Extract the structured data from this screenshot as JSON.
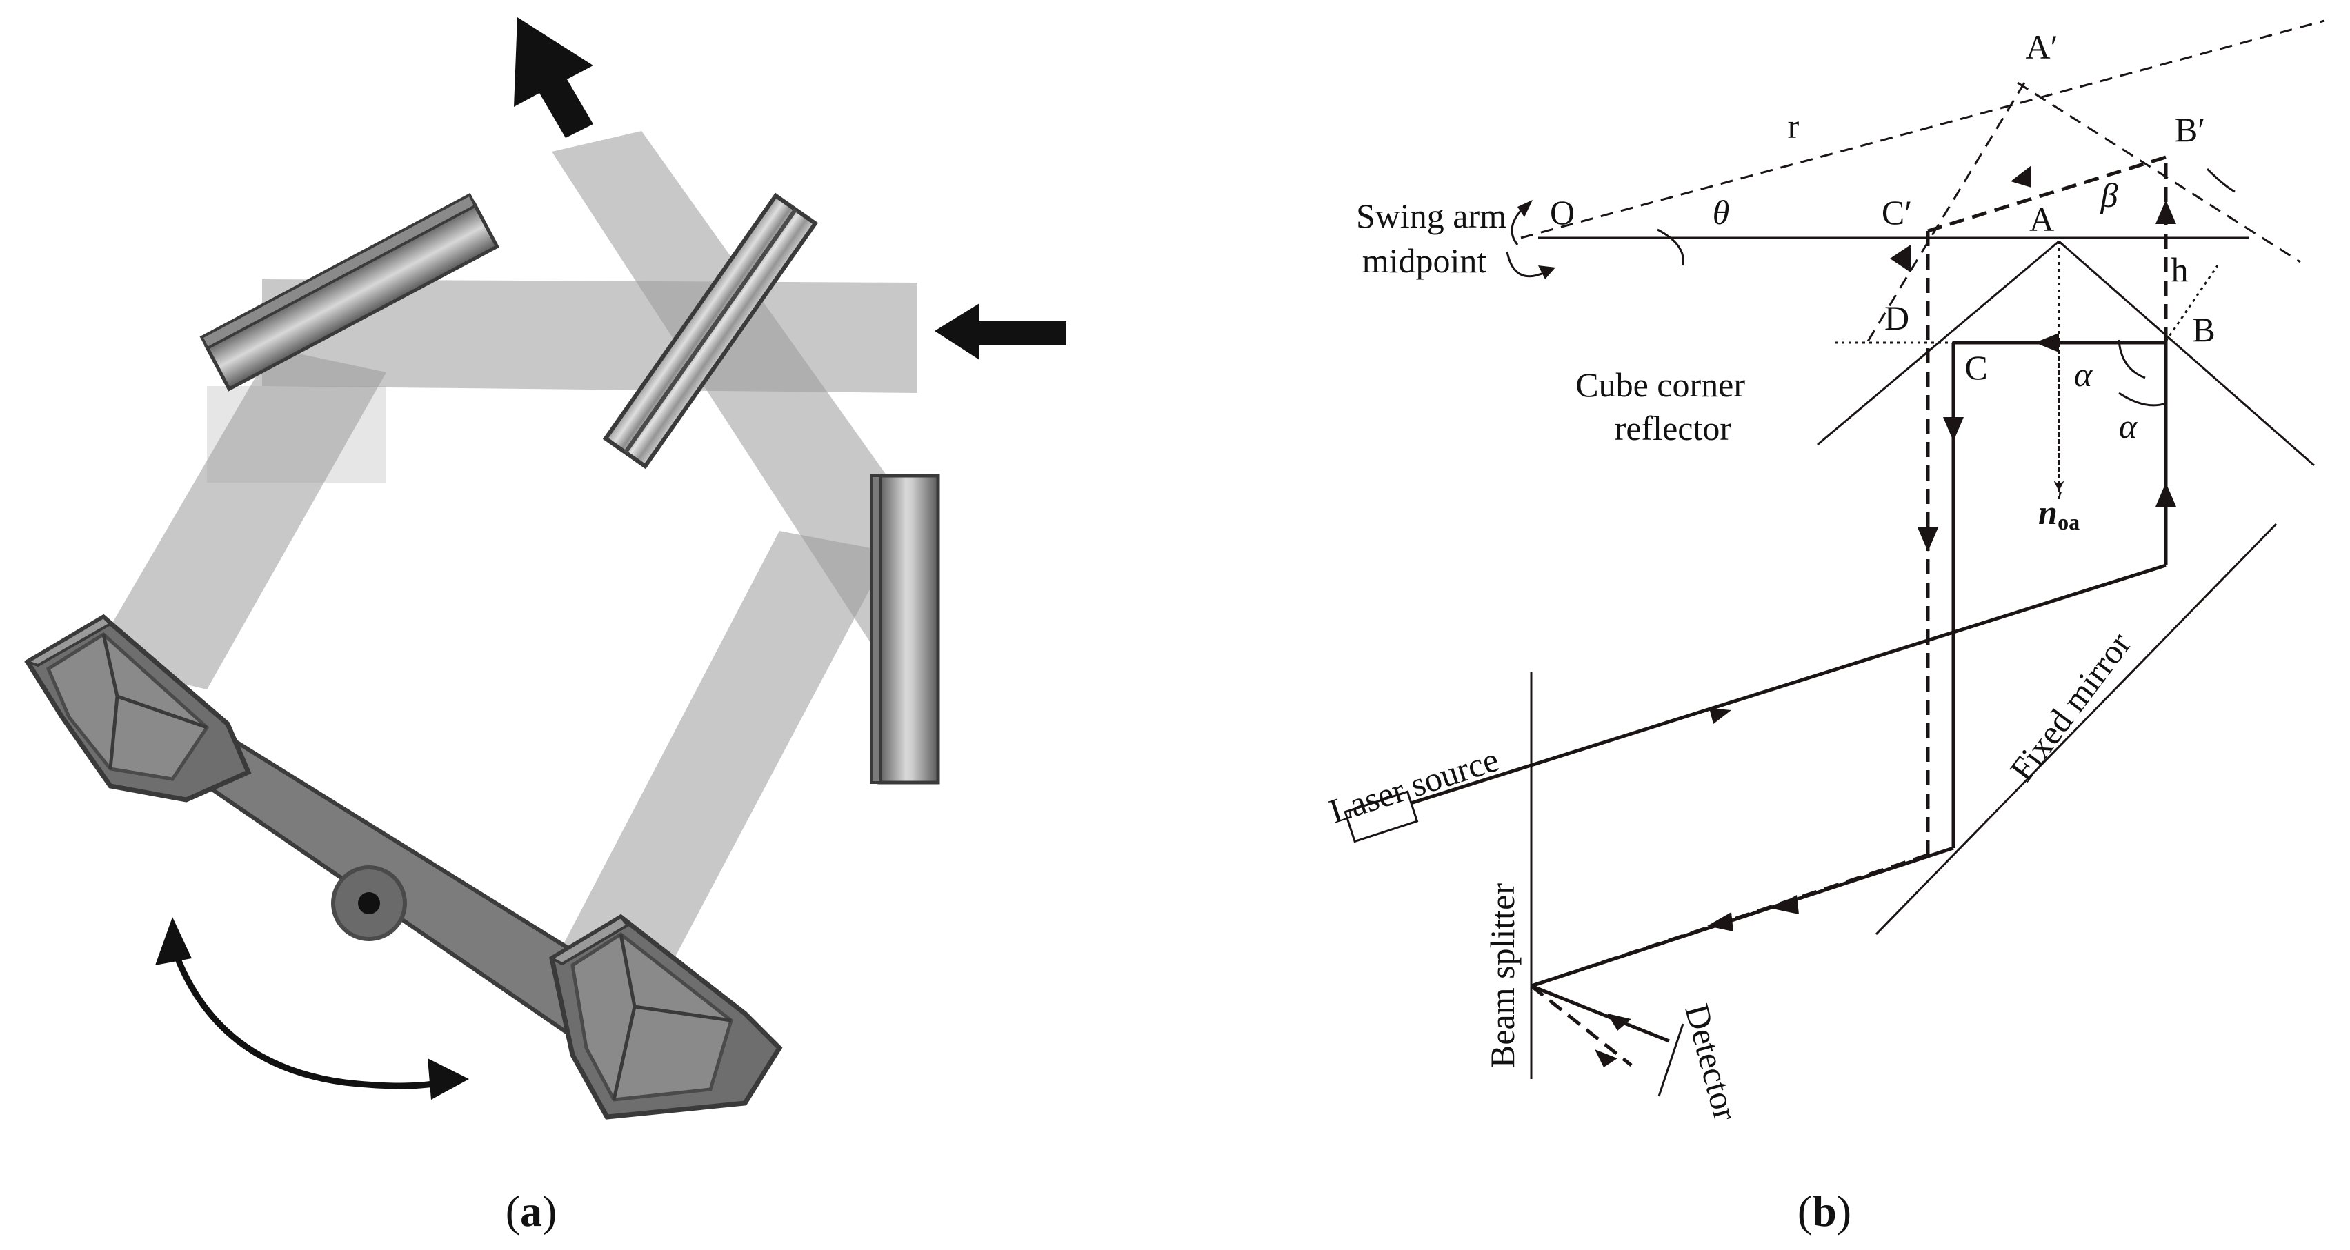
{
  "colors": {
    "line": "#1a1414",
    "beam": "#8f8f8f",
    "optic": "#6b6b6b",
    "background": "#ffffff"
  },
  "panel_a": {
    "caption_open": "(",
    "caption_letter": "a",
    "caption_close": ")"
  },
  "panel_b": {
    "caption_open": "(",
    "caption_letter": "b",
    "caption_close": ")",
    "points": {
      "A_prime": "A′",
      "B_prime": "B′",
      "r": "r",
      "O": "O",
      "theta": "θ",
      "C_prime": "C′",
      "A": "A",
      "beta": "β",
      "h": "h",
      "D": "D",
      "B": "B",
      "C": "C",
      "alpha_1": "α",
      "alpha_2": "α",
      "n_main": "n",
      "n_prime": "′",
      "n_sub": "oa"
    },
    "labels": {
      "swing_arm_line1": "Swing arm",
      "swing_arm_line2": "midpoint",
      "cube_corner_line1": "Cube corner",
      "cube_corner_line2": "reflector",
      "laser_source": "Laser source",
      "fixed_mirror": "Fixed mirror",
      "beam_splitter": "Beam splitter",
      "detector": "Detector"
    }
  }
}
